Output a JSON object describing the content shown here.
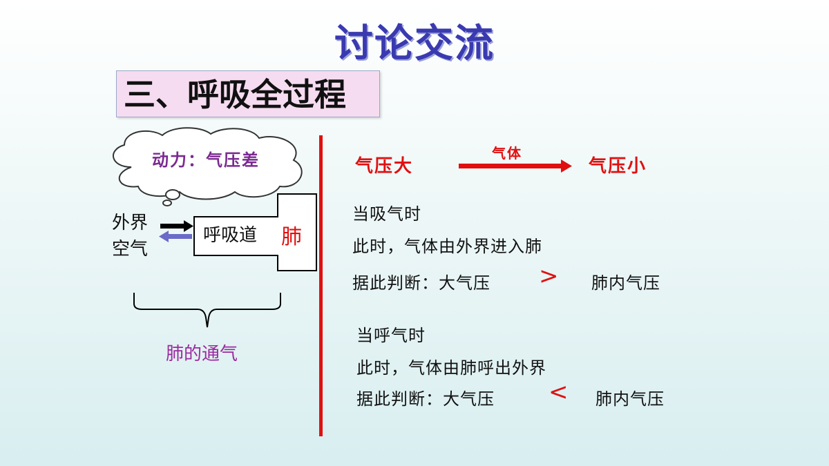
{
  "title": "讨论交流",
  "section_heading": "三、呼吸全过程",
  "cloud_label": "动力：气压差",
  "left_diagram": {
    "outside_air_line1": "外界",
    "outside_air_line2": "空气",
    "airway_label": "呼吸道",
    "lung_label": "肺",
    "brace_label": "肺的通气"
  },
  "right_panel": {
    "high_pressure": "气压大",
    "arrow_label": "气体",
    "low_pressure": "气压小",
    "inhale": {
      "heading": "当吸气时",
      "statement": "此时，气体由外界进入肺",
      "judgement_prefix": "据此判断：大气压",
      "comparator": ">",
      "judgement_suffix": "肺内气压"
    },
    "exhale": {
      "heading": "当呼气时",
      "statement": "此时，气体由肺呼出外界",
      "judgement_prefix": "据此判断：大气压",
      "comparator": "<",
      "judgement_suffix": "肺内气压"
    }
  },
  "colors": {
    "title": "#3a3ab0",
    "accent_red": "#e01010",
    "accent_purple": "#9b2aa0",
    "section_bg": "#f6dcf0",
    "arrow_in": "#000000",
    "arrow_out": "#6a6ac8"
  }
}
